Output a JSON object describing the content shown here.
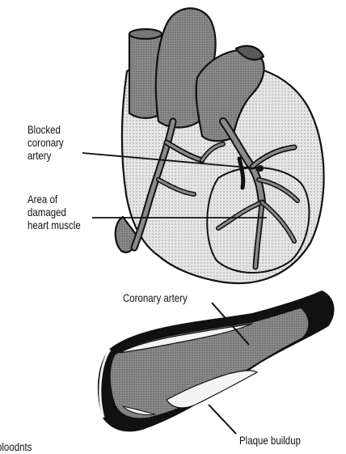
{
  "labels": {
    "blocked_coronary_artery": [
      "Blocked",
      "coronary",
      "artery"
    ],
    "damaged_heart_muscle": [
      "Area of",
      "damaged",
      "heart muscle"
    ],
    "coronary_artery": "Coronary artery",
    "plaque_buildup": "Plaque buildup",
    "cut_off_text": "bloodnts"
  },
  "colors": {
    "outline": "#111111",
    "heart_muscle_fill": "#dcdcdc",
    "vessel_fill": "#8a8a8a",
    "artery_lumen_fill": "#9a9a9a",
    "plaque_fill": "#f4f4f4"
  }
}
